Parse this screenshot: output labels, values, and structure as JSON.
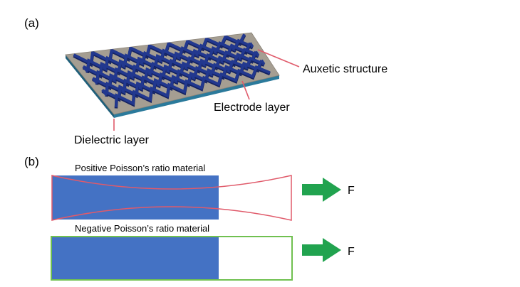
{
  "panel_a": {
    "label": "(a)",
    "callouts": {
      "auxetic": "Auxetic structure",
      "electrode": "Electrode layer",
      "dielectric": "Dielectric layer"
    }
  },
  "panel_b": {
    "label": "(b)",
    "positive": {
      "title": "Positive Poisson’s ratio material",
      "force": "F"
    },
    "negative": {
      "title": "Negative Poisson’s ratio material",
      "force": "F"
    }
  },
  "colors": {
    "substrate_top": "#a59e92",
    "substrate_edge": "#2b7a9b",
    "auxetic": "#22388f",
    "callout": "#e05a6a",
    "block": "#4472c4",
    "positive_outline": "#e05a6a",
    "negative_outline": "#70c050",
    "arrow": "#21a34f"
  }
}
